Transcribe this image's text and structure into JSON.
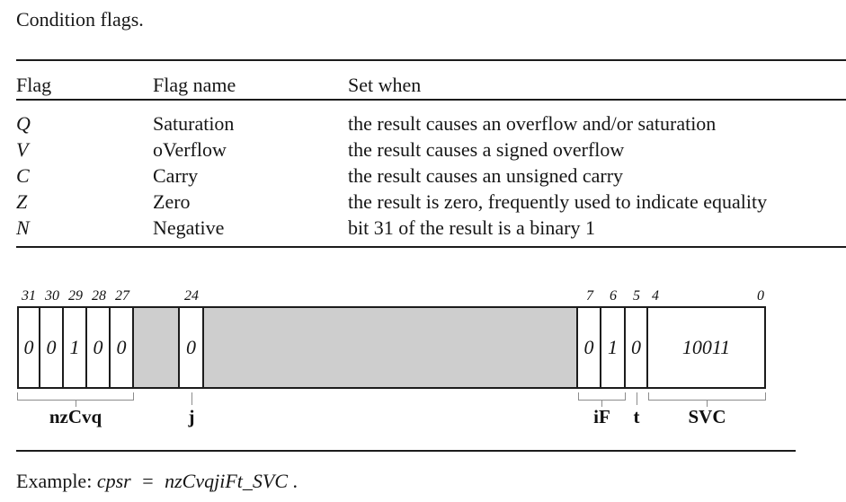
{
  "title": "Condition flags.",
  "table": {
    "headers": [
      "Flag",
      "Flag name",
      "Set when"
    ],
    "rows": [
      {
        "flag": "Q",
        "name": "Saturation",
        "set_when": "the result causes an overflow and/or saturation"
      },
      {
        "flag": "V",
        "name": "oVerflow",
        "set_when": "the result causes a signed overflow"
      },
      {
        "flag": "C",
        "name": "Carry",
        "set_when": "the result causes an unsigned carry"
      },
      {
        "flag": "Z",
        "name": "Zero",
        "set_when": "the result is zero, frequently used to indicate equality"
      },
      {
        "flag": "N",
        "name": "Negative",
        "set_when": "bit 31 of the result is a binary 1"
      }
    ]
  },
  "register": {
    "bit_labels": [
      "31",
      "30",
      "29",
      "28",
      "27",
      "24",
      "7",
      "6",
      "5",
      "4",
      "0"
    ],
    "cells": [
      {
        "bit": "31",
        "value": "0"
      },
      {
        "bit": "30",
        "value": "0"
      },
      {
        "bit": "29",
        "value": "1"
      },
      {
        "bit": "28",
        "value": "0"
      },
      {
        "bit": "27",
        "value": "0"
      },
      {
        "type": "reserved",
        "value": ""
      },
      {
        "bit": "24",
        "value": "0"
      },
      {
        "type": "reserved",
        "value": ""
      },
      {
        "bit": "7",
        "value": "0"
      },
      {
        "bit": "6",
        "value": "1"
      },
      {
        "bit": "5",
        "value": "0"
      },
      {
        "bits": "4-0",
        "value": "10011"
      }
    ],
    "fields": [
      {
        "label": "nzCvq",
        "bits": "31-27"
      },
      {
        "label": "j",
        "bits": "24"
      },
      {
        "label": "iF",
        "bits": "7-6"
      },
      {
        "label": "t",
        "bits": "5"
      },
      {
        "label": "SVC",
        "bits": "4-0"
      }
    ],
    "colors": {
      "reserved_fill": "#cecece",
      "line": "#1c1c1c",
      "bracket": "#8c8c8c"
    }
  },
  "example": {
    "prefix": "Example:",
    "lhs": "cpsr",
    "eq": "=",
    "rhs": "nzCvqjiFt_SVC",
    "period": "."
  }
}
